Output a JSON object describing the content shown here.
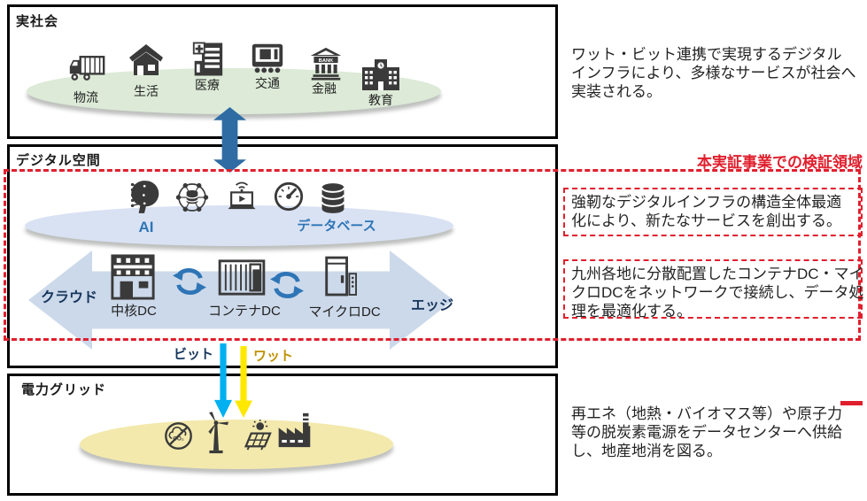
{
  "society": {
    "title": "実社会",
    "items": [
      {
        "label": "物流",
        "icon": "truck-icon"
      },
      {
        "label": "生活",
        "icon": "house-icon"
      },
      {
        "label": "医療",
        "icon": "hospital-icon"
      },
      {
        "label": "交通",
        "icon": "train-icon"
      },
      {
        "label": "金融",
        "icon": "bank-icon",
        "icon_text": "BANK"
      },
      {
        "label": "教育",
        "icon": "school-icon"
      }
    ]
  },
  "digital": {
    "title": "デジタル空間",
    "ai_label": "AI",
    "database_label": "データベース",
    "cloud_label": "クラウド",
    "edge_label": "エッジ",
    "dc_items": [
      {
        "label": "中核DC"
      },
      {
        "label": "コンテナDC"
      },
      {
        "label": "マイクロDC"
      }
    ],
    "bit_label": "ビット",
    "watt_label": "ワット"
  },
  "grid": {
    "title": "電力グリッド",
    "co2_text": "CO₂"
  },
  "annotations": {
    "society_note": {
      "line1": "ワット・ビット連携で実現するデジタル",
      "line2": "インフラにより、多様なサービスが社会へ",
      "line3": "実装される。"
    },
    "scope_label": "本実証事業での検証領域",
    "digital_note": {
      "line1": "強靭なデジタルインフラの構造全体最適",
      "line2": "化により、新たなサービスを創出する。"
    },
    "kyushu_note": {
      "line1": "九州各地に分散配置したコンテナDC・マイ",
      "line2": "クロDCをネットワークで接続し、データ処",
      "line3": "理を最適化する。"
    },
    "grid_note": {
      "line1": "再エネ（地熱・バイオマス等）や原子力",
      "line2": "等の脱炭素電源をデータセンターへ供給",
      "line3": "し、地産地消を図る。"
    }
  },
  "colors": {
    "accent_blue": "#2e75b6",
    "navy": "#17365d",
    "scope_red": "#e01f2d",
    "bit_cyan": "#00b0f0",
    "watt_yellow": "#ffe800",
    "society_ellipse": "#dcead7",
    "digital_ellipse": "#d9e2f3",
    "grid_ellipse": "#f3e9ad"
  }
}
